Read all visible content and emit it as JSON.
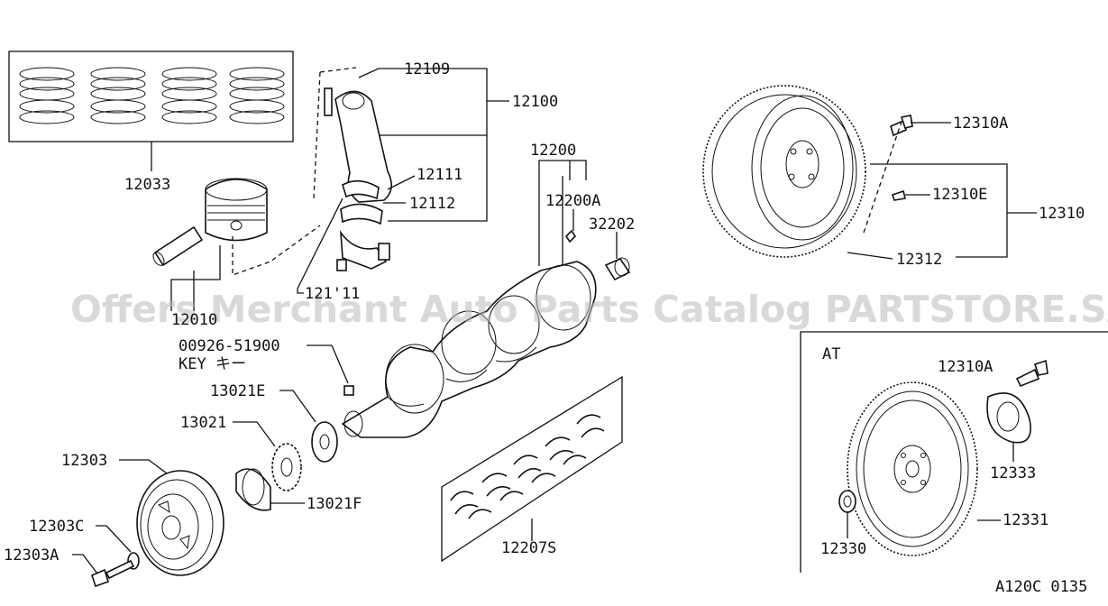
{
  "watermark": "Offers Merchant Auto Parts Catalog PARTSTORE.SA",
  "at_section_label": "AT",
  "drawing_code": "A120C 0135",
  "callouts": {
    "p12033": "12033",
    "p12010": "12010",
    "p12109": "12109",
    "p12100": "12100",
    "p12111": "12111",
    "p12112": "12112",
    "p12111b": "121'11",
    "p12200": "12200",
    "p12200A": "12200A",
    "p32202": "32202",
    "p12310A": "12310A",
    "p12310E": "12310E",
    "p12310": "12310",
    "p12312": "12312",
    "p00926": "00926-51900",
    "pKey": "KEY  キー",
    "p13021E": "13021E",
    "p13021": "13021",
    "p13021F": "13021F",
    "p12303": "12303",
    "p12303C": "12303C",
    "p12303A": "12303A",
    "p12207S": "12207S",
    "p12310A_at": "12310A",
    "p12333": "12333",
    "p12331": "12331",
    "p12330": "12330"
  }
}
